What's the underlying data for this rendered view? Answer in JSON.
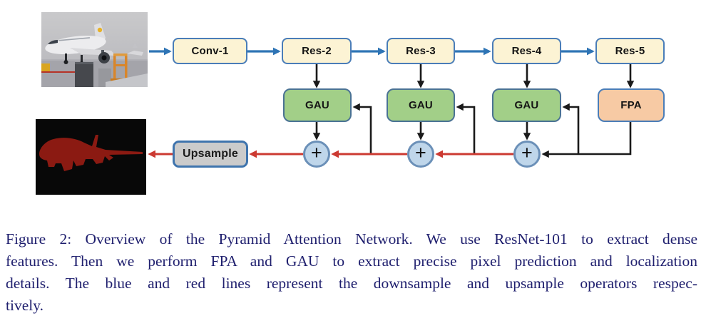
{
  "figure": {
    "nodes": {
      "conv1": "Conv-1",
      "res2": "Res-2",
      "res3": "Res-3",
      "res4": "Res-4",
      "res5": "Res-5",
      "gau": "GAU",
      "fpa": "FPA",
      "upsample": "Upsample",
      "plus": "+"
    },
    "images": {
      "input": "airplane-photo",
      "output": "airplane-segmentation-mask"
    },
    "colors": {
      "stage_fill": "#fcf3d4",
      "stage_border": "#4a7db8",
      "gau_fill": "#a2cf88",
      "fpa_fill": "#f7caa4",
      "upsample_fill": "#cbcbcb",
      "plus_fill": "#bfd6ea",
      "downsample_arrow_blue": "#2e74b5",
      "upsample_arrow_red": "#cc3a32",
      "black_arrow": "#1a1a1a",
      "mask_red": "#8b1a12",
      "caption_text": "#1f1f6e"
    }
  },
  "caption": {
    "lines": [
      "Figure 2: Overview of the Pyramid Attention Network. We use ResNet-101 to extract dense",
      "features. Then we perform FPA and GAU to extract precise pixel prediction and localization",
      "details.  The blue and red lines represent the downsample and upsample operators respec-",
      "tively."
    ]
  }
}
